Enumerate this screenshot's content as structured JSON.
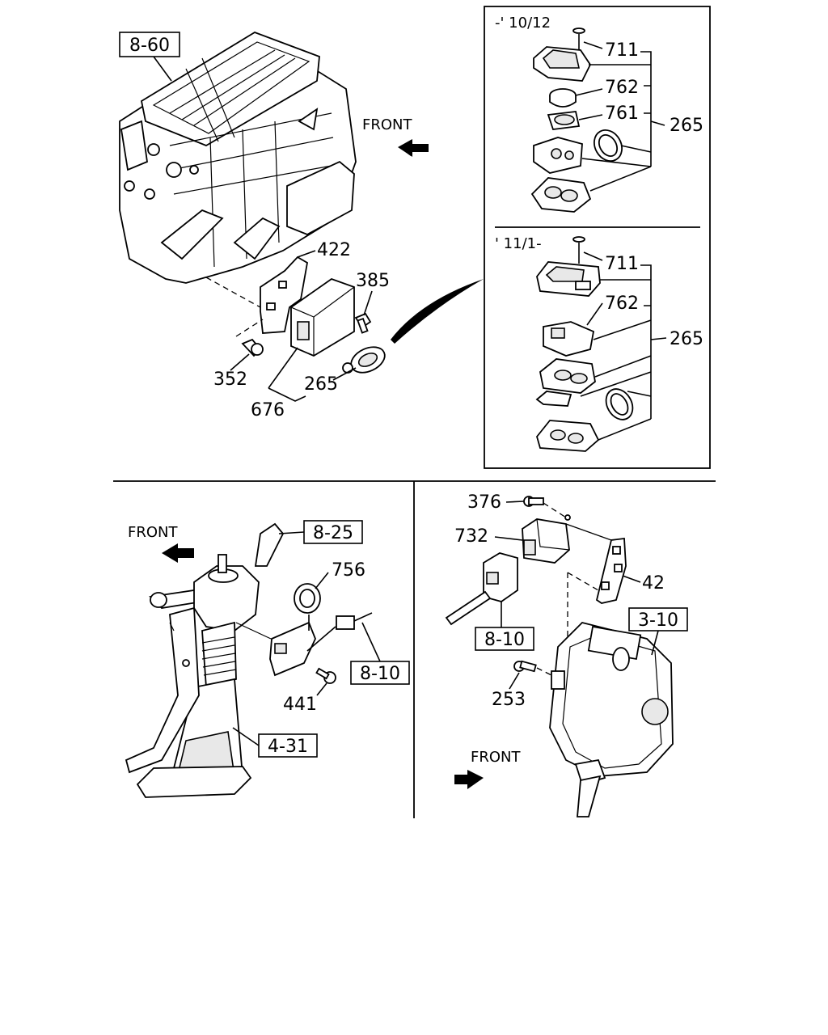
{
  "top_left": {
    "ref_box": "8-60",
    "front_label": "FRONT",
    "callouts": {
      "p422": "422",
      "p385": "385",
      "p352": "352",
      "p265": "265",
      "p676": "676"
    }
  },
  "inset": {
    "upper": {
      "range": "-' 10/12",
      "callouts": {
        "p711": "711",
        "p762": "762",
        "p761": "761",
        "p265": "265"
      }
    },
    "lower": {
      "range": "' 11/1-",
      "callouts": {
        "p711": "711",
        "p762": "762",
        "p265": "265"
      }
    }
  },
  "bottom_left": {
    "front_label": "FRONT",
    "ref_boxes": {
      "r825": "8-25",
      "r810": "8-10",
      "r431": "4-31"
    },
    "callouts": {
      "p756": "756",
      "p441": "441"
    }
  },
  "bottom_right": {
    "front_label": "FRONT",
    "ref_boxes": {
      "r810": "8-10",
      "r310": "3-10"
    },
    "callouts": {
      "p376": "376",
      "p732": "732",
      "p42": "42",
      "p253": "253"
    }
  }
}
